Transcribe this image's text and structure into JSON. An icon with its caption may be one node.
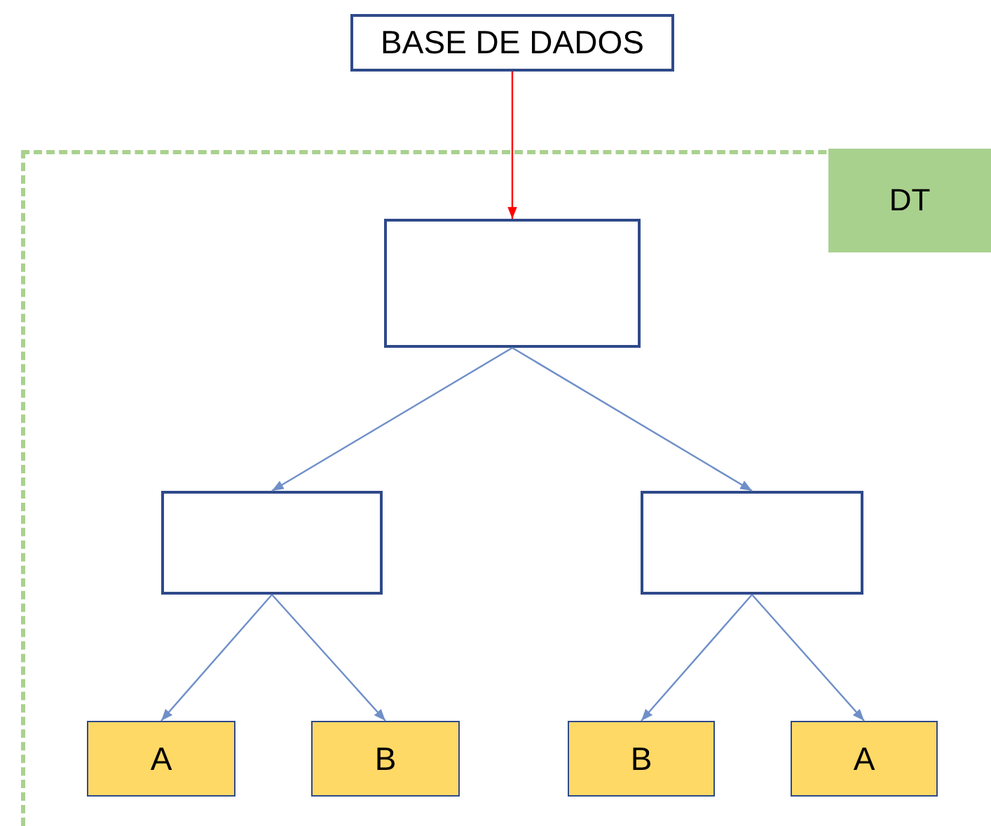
{
  "diagram": {
    "nodes": [
      {
        "text": [
          "BASE DE DADOS"
        ]
      },
      {
        "text": [
          "DT"
        ]
      },
      {
        "text": [],
        "shape": "box",
        "in": 1
      },
      {
        "text": [],
        "shape": "box",
        "in": 1
      },
      {
        "text": [],
        "shape": "box",
        "in": 1
      },
      {
        "text": [
          "A"
        ],
        "in": 1
      },
      {
        "text": [
          "B"
        ],
        "in": 1
      },
      {
        "text": [
          "B"
        ],
        "in": 1
      },
      {
        "text": [
          "A"
        ],
        "in": 1
      }
    ],
    "edges": [
      {
        "from": 0,
        "to": 2,
        "arrow": "to",
        "color": "#ff0000"
      },
      {
        "from": 2,
        "to": 3,
        "arrow": "to"
      },
      {
        "from": 2,
        "to": 4,
        "arrow": "to"
      },
      {
        "from": 3,
        "to": 5,
        "arrow": "to"
      },
      {
        "from": 3,
        "to": 6,
        "arrow": "to"
      },
      {
        "from": 4,
        "to": 7,
        "arrow": "to"
      },
      {
        "from": 4,
        "to": 8,
        "arrow": "to"
      }
    ]
  }
}
